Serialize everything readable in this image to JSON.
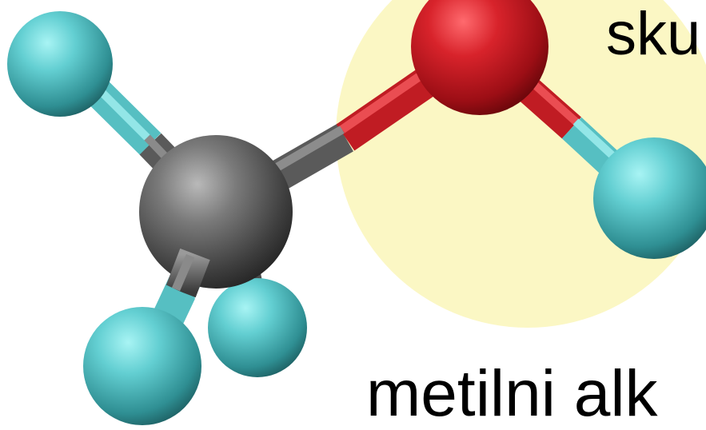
{
  "labels": {
    "group_label": "sku",
    "molecule_name": "metilni alk"
  },
  "colors": {
    "background": "#ffffff",
    "highlight": "#fbf7c4",
    "carbon": "#555555",
    "oxygen": "#c0171f",
    "hydrogen": "#5ec9cc",
    "text": "#000000"
  },
  "atoms": [
    {
      "element": "C",
      "icon": "carbon-atom"
    },
    {
      "element": "O",
      "icon": "oxygen-atom"
    },
    {
      "element": "H",
      "icon": "hydrogen-atom"
    },
    {
      "element": "H",
      "icon": "hydrogen-atom"
    },
    {
      "element": "H",
      "icon": "hydrogen-atom"
    },
    {
      "element": "H",
      "icon": "hydrogen-atom"
    }
  ]
}
